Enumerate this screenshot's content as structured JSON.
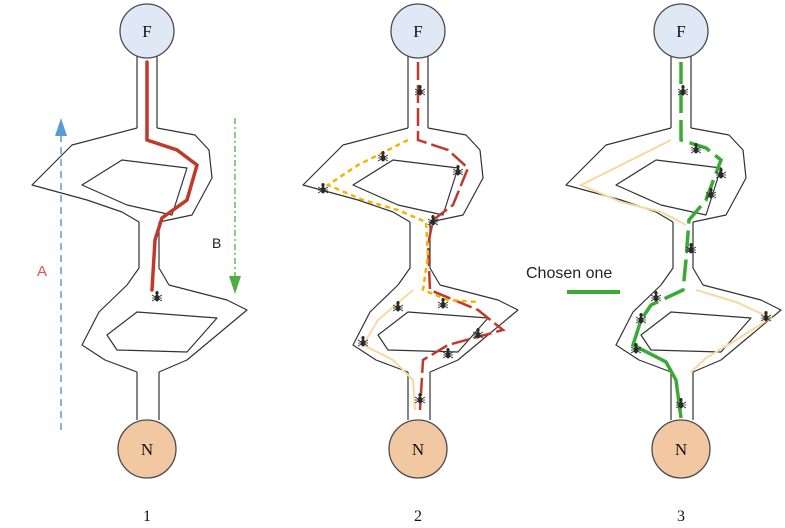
{
  "panels": [
    {
      "number": "1",
      "top_node": "F",
      "bottom_node": "N"
    },
    {
      "number": "2",
      "top_node": "F",
      "bottom_node": "N"
    },
    {
      "number": "3",
      "top_node": "F",
      "bottom_node": "N"
    }
  ],
  "arrows": {
    "a_label": "A",
    "b_label": "B",
    "a_color": "#5b9bd5",
    "b_color": "#4caf3f"
  },
  "legend": {
    "label": "Chosen one",
    "color": "#3aaa35"
  },
  "colors": {
    "pheromone_red": "#c0392b",
    "alternate_yellow": "#f4b400",
    "faint_path": "#f7d9a0",
    "chosen_green": "#3aaa35"
  }
}
